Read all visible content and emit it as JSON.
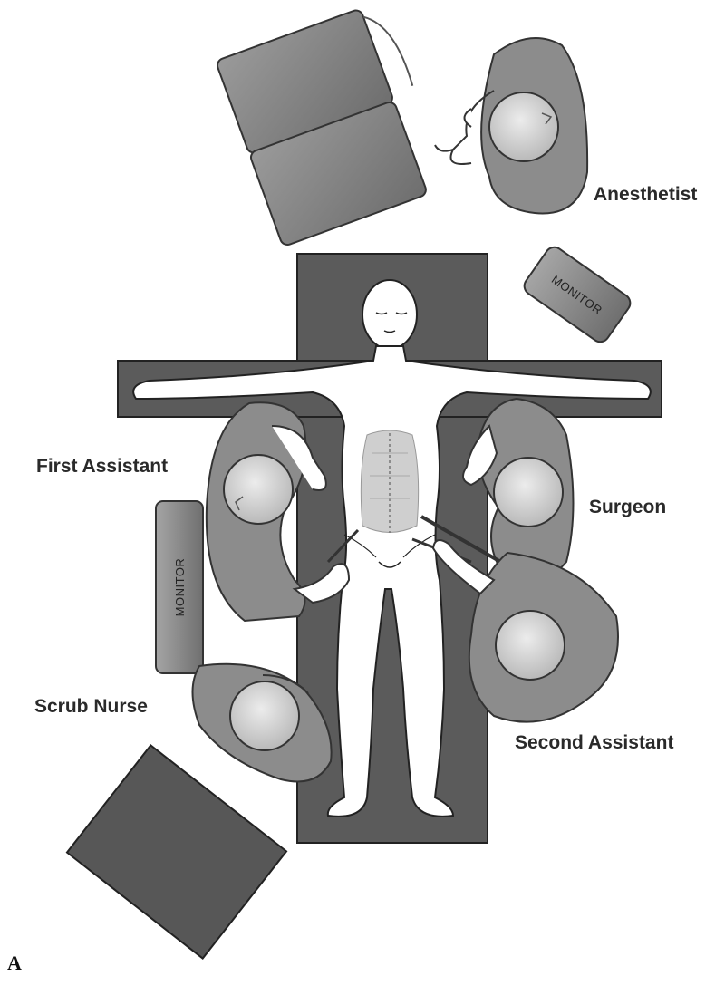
{
  "labels": {
    "anesthetist": "Anesthetist",
    "first_assistant": "First Assistant",
    "surgeon": "Surgeon",
    "scrub_nurse": "Scrub Nurse",
    "second_assistant": "Second Assistant"
  },
  "monitors": {
    "anesthesia_monitor": "MONITOR",
    "laparoscopy_monitor": "MONITOR"
  },
  "panel_letter": "A",
  "colors": {
    "table": "#5b5b5b",
    "staff_gown": "#8c8c8c",
    "cap": "#d6d6d6",
    "equipment": "#7a7a7a",
    "instrument_table": "#575757",
    "patient_skin": "#ffffff"
  }
}
